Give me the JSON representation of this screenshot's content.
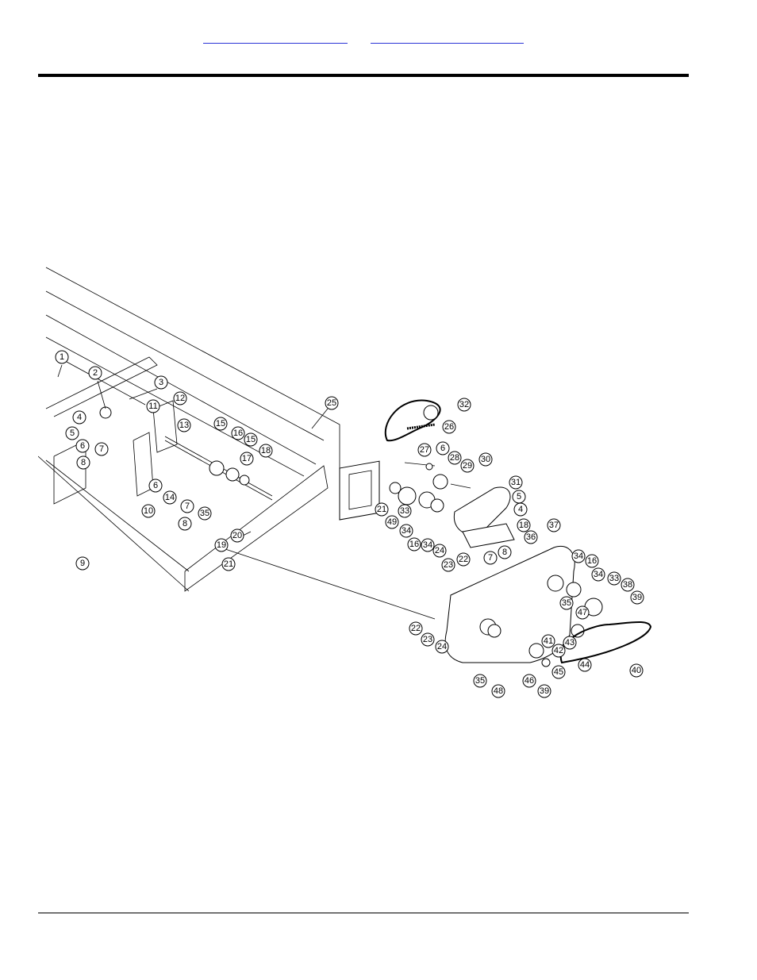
{
  "header": {
    "links": [
      {
        "label": ""
      },
      {
        "label": ""
      }
    ]
  },
  "diagram": {
    "callouts": [
      {
        "id": "c1",
        "label": "1"
      },
      {
        "id": "c2",
        "label": "2"
      },
      {
        "id": "c3",
        "label": "3"
      },
      {
        "id": "c4a",
        "label": "4"
      },
      {
        "id": "c5a",
        "label": "5"
      },
      {
        "id": "c6a",
        "label": "6"
      },
      {
        "id": "c7a",
        "label": "7"
      },
      {
        "id": "c8a",
        "label": "8"
      },
      {
        "id": "c9",
        "label": "9"
      },
      {
        "id": "c10",
        "label": "10"
      },
      {
        "id": "c11",
        "label": "11"
      },
      {
        "id": "c12",
        "label": "12"
      },
      {
        "id": "c13",
        "label": "13"
      },
      {
        "id": "c6b",
        "label": "6"
      },
      {
        "id": "c14",
        "label": "14"
      },
      {
        "id": "c15a",
        "label": "15"
      },
      {
        "id": "c16a",
        "label": "16"
      },
      {
        "id": "c15b",
        "label": "15"
      },
      {
        "id": "c17",
        "label": "17"
      },
      {
        "id": "c18a",
        "label": "18"
      },
      {
        "id": "c7b",
        "label": "7"
      },
      {
        "id": "c8b",
        "label": "8"
      },
      {
        "id": "c35a",
        "label": "35"
      },
      {
        "id": "c19",
        "label": "19"
      },
      {
        "id": "c20",
        "label": "20"
      },
      {
        "id": "c21a",
        "label": "21"
      },
      {
        "id": "c25",
        "label": "25"
      },
      {
        "id": "c32",
        "label": "32"
      },
      {
        "id": "c26",
        "label": "26"
      },
      {
        "id": "c27",
        "label": "27"
      },
      {
        "id": "c6c",
        "label": "6"
      },
      {
        "id": "c28",
        "label": "28"
      },
      {
        "id": "c29",
        "label": "29"
      },
      {
        "id": "c30",
        "label": "30"
      },
      {
        "id": "c31",
        "label": "31"
      },
      {
        "id": "c5b",
        "label": "5"
      },
      {
        "id": "c4b",
        "label": "4"
      },
      {
        "id": "c18b",
        "label": "18"
      },
      {
        "id": "c21b",
        "label": "21"
      },
      {
        "id": "c49",
        "label": "49"
      },
      {
        "id": "c33a",
        "label": "33"
      },
      {
        "id": "c34a",
        "label": "34"
      },
      {
        "id": "c16b",
        "label": "16"
      },
      {
        "id": "c34b",
        "label": "34"
      },
      {
        "id": "c24a",
        "label": "24"
      },
      {
        "id": "c23a",
        "label": "23"
      },
      {
        "id": "c22a",
        "label": "22"
      },
      {
        "id": "c36",
        "label": "36"
      },
      {
        "id": "c7c",
        "label": "7"
      },
      {
        "id": "c8c",
        "label": "8"
      },
      {
        "id": "c37",
        "label": "37"
      },
      {
        "id": "c34c",
        "label": "34"
      },
      {
        "id": "c16c",
        "label": "16"
      },
      {
        "id": "c34d",
        "label": "34"
      },
      {
        "id": "c33b",
        "label": "33"
      },
      {
        "id": "c38",
        "label": "38"
      },
      {
        "id": "c35b",
        "label": "35"
      },
      {
        "id": "c47",
        "label": "47"
      },
      {
        "id": "c39a",
        "label": "39"
      },
      {
        "id": "c41",
        "label": "41"
      },
      {
        "id": "c42",
        "label": "42"
      },
      {
        "id": "c43",
        "label": "43"
      },
      {
        "id": "c44",
        "label": "44"
      },
      {
        "id": "c45",
        "label": "45"
      },
      {
        "id": "c40",
        "label": "40"
      },
      {
        "id": "c22b",
        "label": "22"
      },
      {
        "id": "c23b",
        "label": "23"
      },
      {
        "id": "c24b",
        "label": "24"
      },
      {
        "id": "c35c",
        "label": "35"
      },
      {
        "id": "c48",
        "label": "48"
      },
      {
        "id": "c46",
        "label": "46"
      },
      {
        "id": "c39b",
        "label": "39"
      }
    ]
  }
}
